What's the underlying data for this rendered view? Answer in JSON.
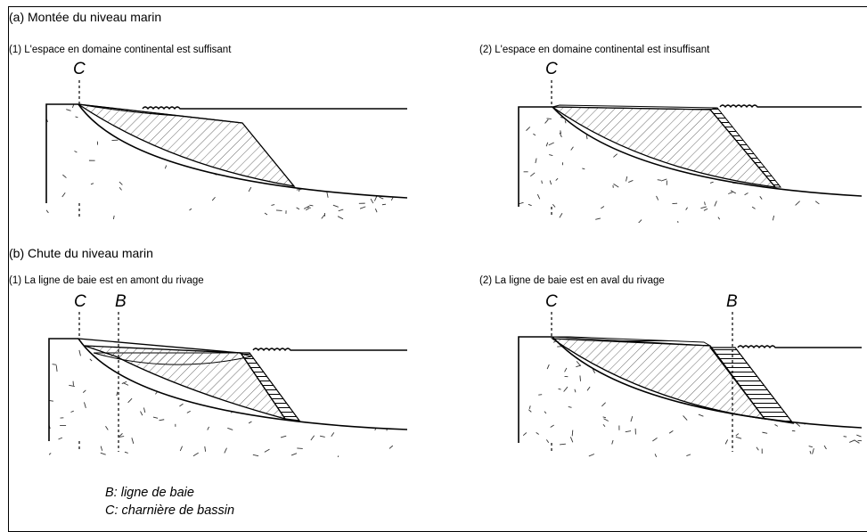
{
  "section_a": {
    "title": "(a) Montée du niveau marin",
    "panel_1": {
      "caption": "(1) L'espace en domaine continental est suffisant",
      "marker_c": "C"
    },
    "panel_2": {
      "caption": "(2) L'espace en domaine continental est insuffisant",
      "marker_c": "C"
    }
  },
  "section_b": {
    "title": "(b) Chute du niveau marin",
    "panel_1": {
      "caption": "(1) La ligne de baie est en amont du rivage",
      "marker_c": "C",
      "marker_b": "B"
    },
    "panel_2": {
      "caption": "(2) La ligne de baie est en aval du rivage",
      "marker_c": "C",
      "marker_b": "B"
    }
  },
  "legend": {
    "line_b": "B: ligne de baie",
    "line_c": "C: charnière de bassin"
  }
}
